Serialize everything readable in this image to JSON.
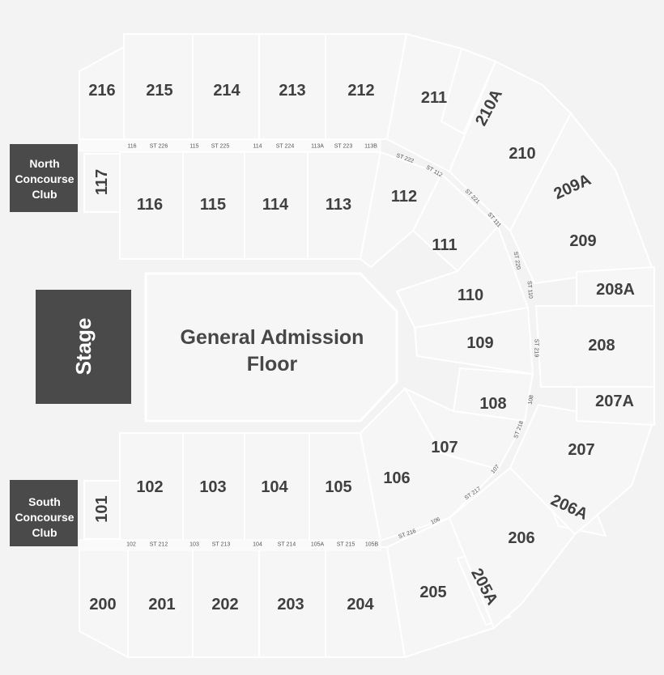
{
  "venue": {
    "stage_label": "Stage",
    "floor_line1": "General Admission",
    "floor_line2": "Floor",
    "north_club": [
      "North",
      "Concourse",
      "Club"
    ],
    "south_club": [
      "South",
      "Concourse",
      "Club"
    ]
  },
  "sections_200_top": [
    "216",
    "215",
    "214",
    "213",
    "212",
    "211",
    "210A",
    "210",
    "209A",
    "209",
    "208A",
    "208"
  ],
  "sections_200_bottom": [
    "200",
    "201",
    "202",
    "203",
    "204",
    "205",
    "205A",
    "206",
    "206A",
    "207",
    "207A"
  ],
  "sections_100": [
    "117",
    "116",
    "115",
    "114",
    "113",
    "112",
    "111",
    "110",
    "109",
    "108",
    "107",
    "106",
    "105",
    "104",
    "103",
    "102",
    "101"
  ],
  "aisles_top": [
    "116",
    "ST 226",
    "115",
    "ST 225",
    "114",
    "ST 224",
    "113A",
    "ST 223",
    "113B"
  ],
  "aisles_top_diag": [
    "ST 222",
    "ST 112",
    "ST 221",
    "ST 111",
    "ST 220",
    "ST 110",
    "ST 219",
    "108",
    "ST 218",
    "107"
  ],
  "aisles_bottom": [
    "102",
    "ST 212",
    "103",
    "ST 213",
    "104",
    "ST 214",
    "105A",
    "ST 215",
    "105B"
  ],
  "aisles_bottom_diag": [
    "ST 216",
    "106",
    "ST 217"
  ],
  "colors": {
    "background": "#f3f3f3",
    "section_fill": "#f6f6f6",
    "section_stroke": "#ffffff",
    "dark_block": "#4a4a4a",
    "label": "#404040"
  }
}
